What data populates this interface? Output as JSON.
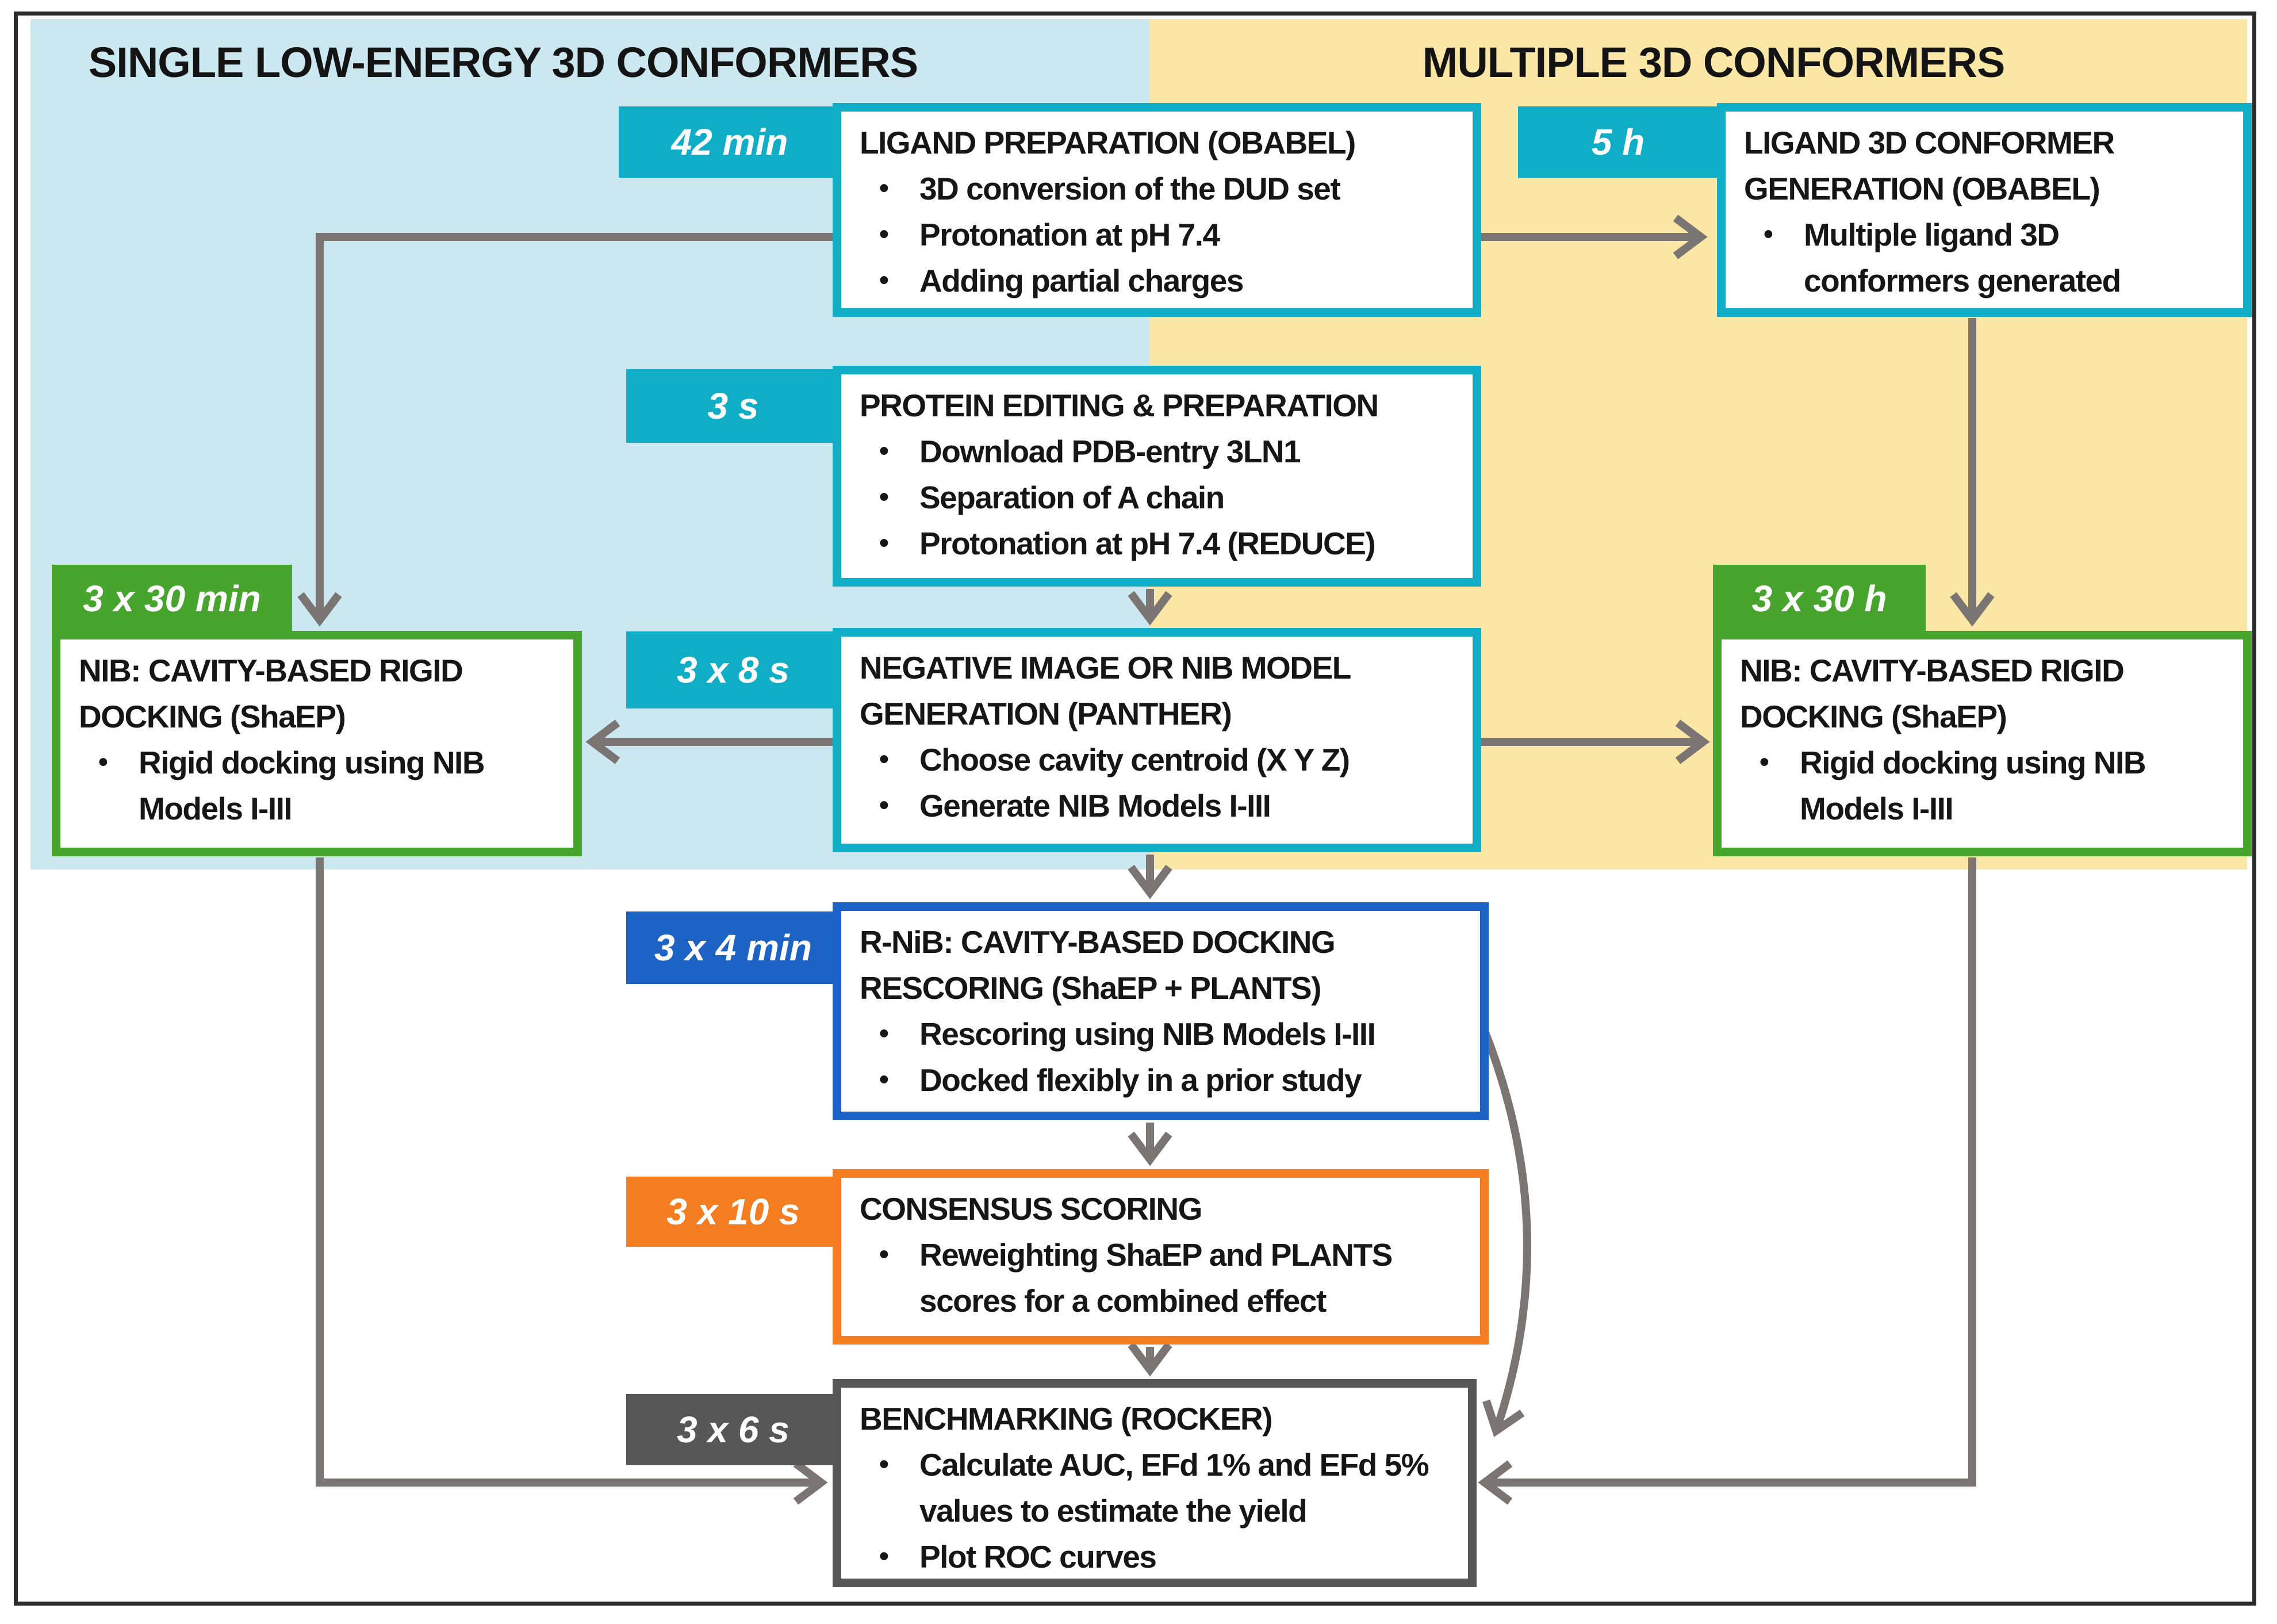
{
  "panels": {
    "left": {
      "title": "SINGLE LOW-ENERGY 3D CONFORMERS"
    },
    "right": {
      "title": "MULTIPLE 3D CONFORMERS"
    }
  },
  "colors": {
    "left_panel_bg": "#cbe7ef",
    "right_panel_bg": "#fae7a6",
    "teal_accent": "#0faec6",
    "green_accent": "#47a52d",
    "blue_accent": "#1d62c5",
    "orange_accent": "#f57d21",
    "dark_gray_accent": "#575757",
    "arrow_gray": "#7a7473"
  },
  "boxes": {
    "ligand_prep": {
      "time": "42 min",
      "title": "LIGAND PREPARATION (OBABEL)",
      "bullets": [
        "3D conversion of the DUD set",
        "Protonation at pH 7.4",
        "Adding partial  charges"
      ]
    },
    "conformer_gen": {
      "time": "5 h",
      "title": "LIGAND 3D CONFORMER GENERATION (OBABEL)",
      "bullets": [
        "Multiple ligand 3D conformers generated"
      ]
    },
    "protein_edit": {
      "time": "3 s",
      "title": "PROTEIN EDITING & PREPARATION",
      "bullets": [
        "Download PDB-entry 3LN1",
        "Separation of A chain",
        "Protonation at pH 7.4 (REDUCE)"
      ]
    },
    "nib_gen": {
      "time": "3 x 8 s",
      "title": "NEGATIVE IMAGE OR NIB MODEL GENERATION (PANTHER)",
      "bullets": [
        "Choose cavity centroid (X Y Z)",
        "Generate NIB Models I-III"
      ]
    },
    "left_docking": {
      "time": "3 x 30 min",
      "title": "NIB: CAVITY-BASED RIGID DOCKING (ShaEP)",
      "bullets": [
        "Rigid docking using NIB Models I-III"
      ]
    },
    "right_docking": {
      "time": "3 x 30 h",
      "title": "NIB: CAVITY-BASED RIGID DOCKING (ShaEP)",
      "bullets": [
        "Rigid docking using NIB Models I-III"
      ]
    },
    "rnib_rescoring": {
      "time": "3 x 4 min",
      "title": "R-NiB: CAVITY-BASED DOCKING RESCORING (ShaEP + PLANTS)",
      "bullets": [
        "Rescoring using NIB Models I-III",
        "Docked flexibly in a prior study"
      ]
    },
    "consensus": {
      "time": "3 x 10 s",
      "title": "CONSENSUS SCORING",
      "bullets": [
        "Reweighting ShaEP and PLANTS scores for a combined effect"
      ]
    },
    "benchmark": {
      "time": "3 x 6 s",
      "title": "BENCHMARKING (ROCKER)",
      "bullets": [
        "Calculate AUC, EFd 1% and EFd 5% values to estimate the yield",
        "Plot ROC curves"
      ]
    }
  }
}
